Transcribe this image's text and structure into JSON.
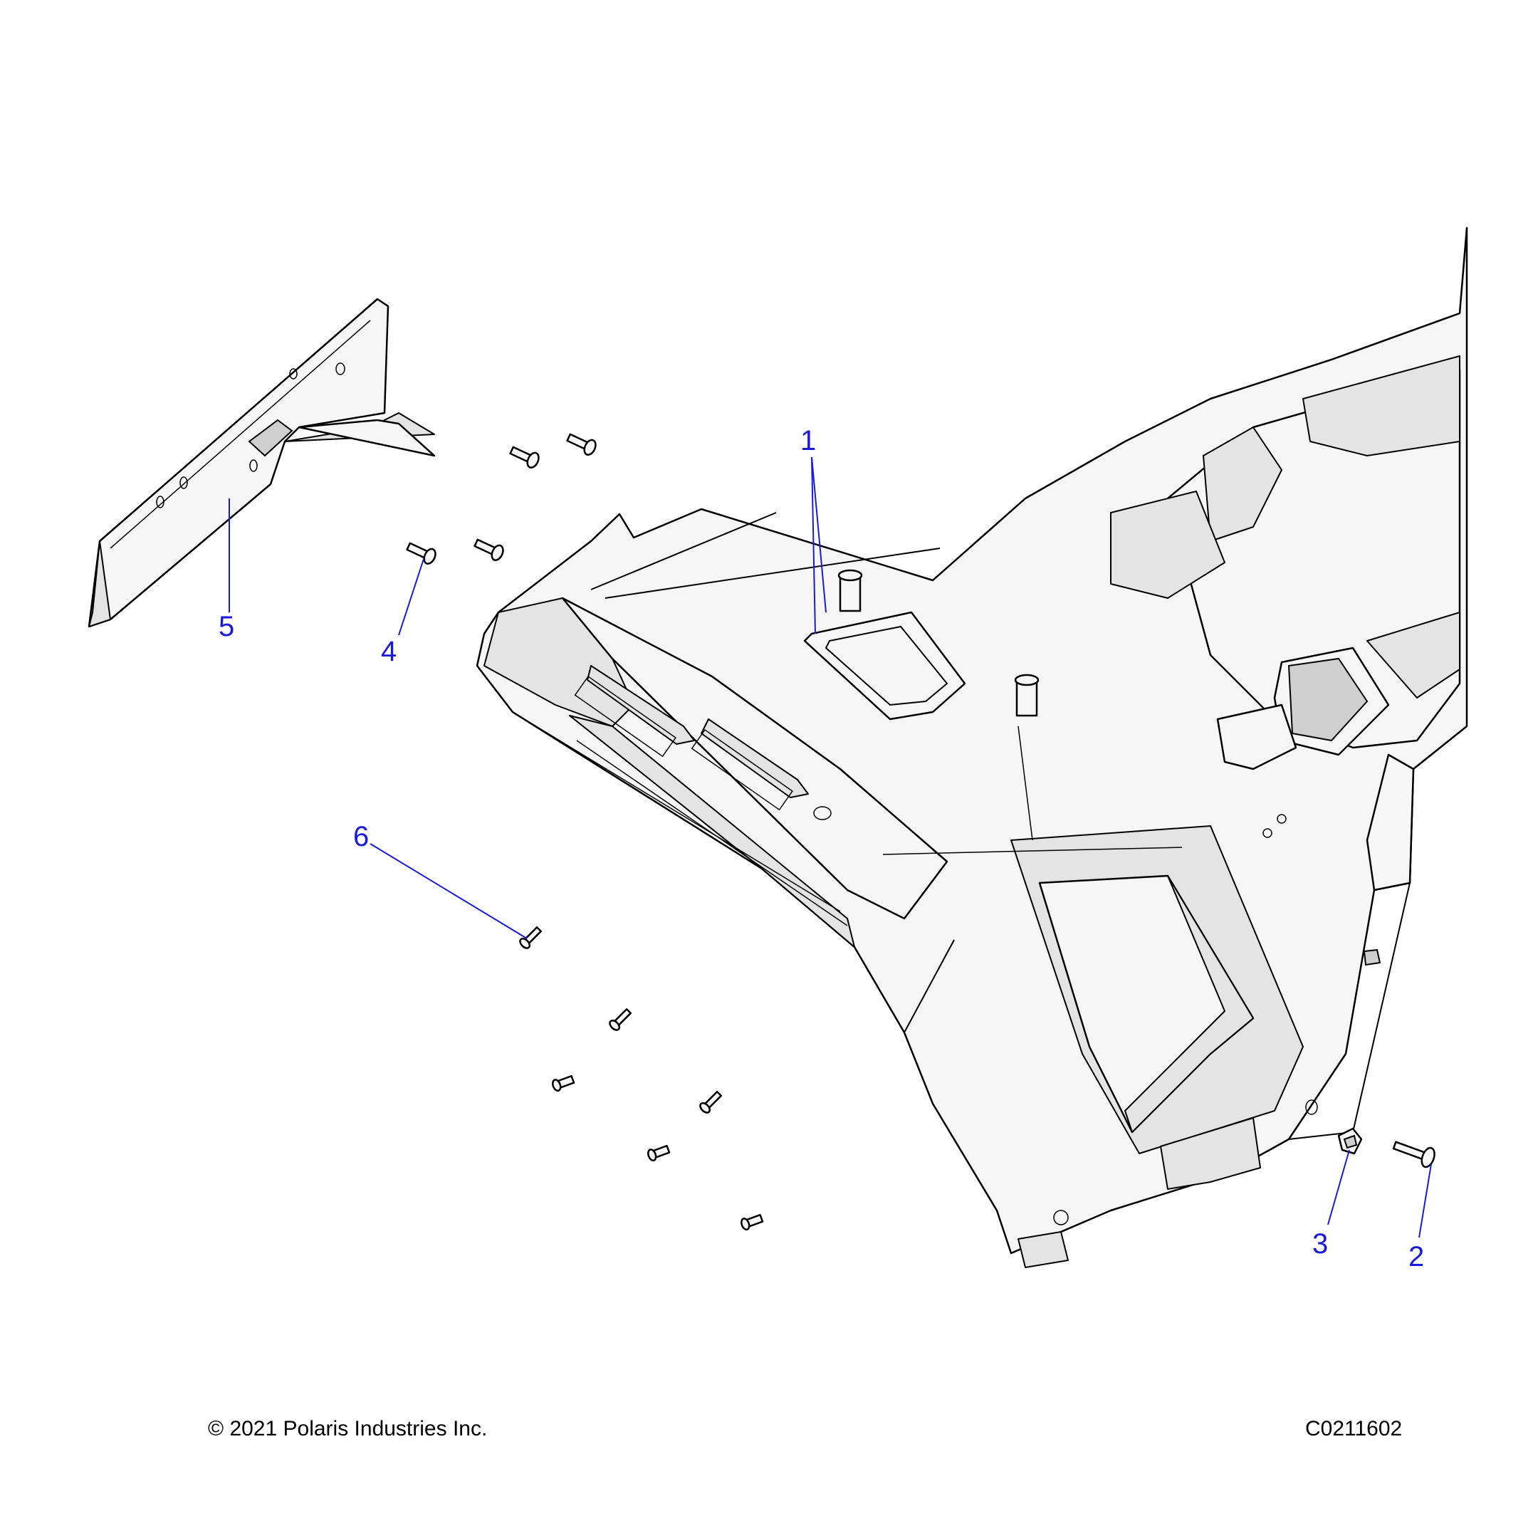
{
  "diagram": {
    "callouts": [
      {
        "id": "1",
        "label": "1"
      },
      {
        "id": "2",
        "label": "2"
      },
      {
        "id": "3",
        "label": "3"
      },
      {
        "id": "4",
        "label": "4"
      },
      {
        "id": "5",
        "label": "5"
      },
      {
        "id": "6",
        "label": "6"
      }
    ],
    "accent_color": "#1a1adc"
  },
  "footer": {
    "copyright": "© 2021 Polaris Industries Inc.",
    "drawing_number": "C0211602"
  }
}
